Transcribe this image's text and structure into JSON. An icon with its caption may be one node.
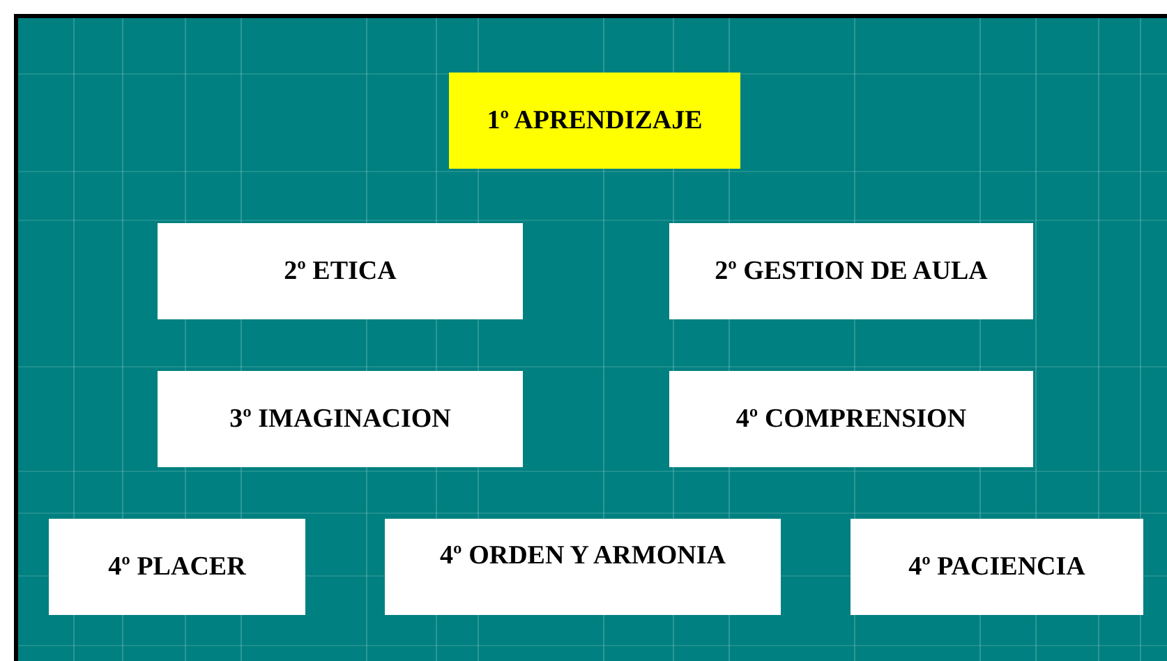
{
  "diagram": {
    "nodes": [
      {
        "text": [
          "1º APRENDIZAJE"
        ]
      },
      {
        "text": [
          "2º ETICA"
        ]
      },
      {
        "text": [
          "2º GESTION DE AULA"
        ]
      },
      {
        "text": [
          "3º IMAGINACION"
        ]
      },
      {
        "text": [
          "4º COMPRENSION"
        ]
      },
      {
        "text": [
          "4º PLACER"
        ]
      },
      {
        "text": [
          "4º ORDEN Y ARMONIA"
        ]
      },
      {
        "text": [
          "4º PACIENCIA"
        ]
      }
    ]
  }
}
